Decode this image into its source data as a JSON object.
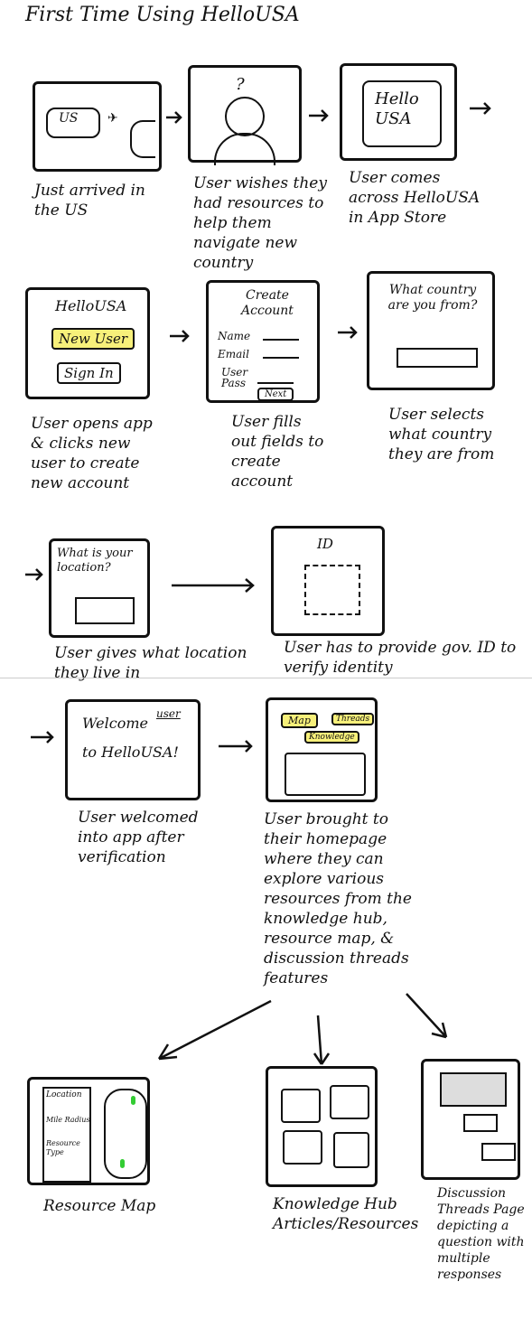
{
  "title": "First Time Using HelloUSA",
  "steps": {
    "s1": {
      "caption": "Just arrived in the US",
      "bubble": "US"
    },
    "s2": {
      "caption": "User wishes they had resources to help them navigate new country",
      "mark": "?"
    },
    "s3": {
      "caption": "User comes across HelloUSA in App Store",
      "screen": "Hello USA"
    },
    "s4": {
      "caption": "User opens app & clicks new user to create new account",
      "app": "HelloUSA",
      "new_user": "New User",
      "sign_in": "Sign In"
    },
    "s5": {
      "caption": "User fills out fields to create account",
      "heading": "Create Account",
      "name": "Name",
      "email": "Email",
      "user": "User",
      "pass": "Pass",
      "next": "Next"
    },
    "s6": {
      "caption": "User selects what country they are from",
      "question": "What country are you from?"
    },
    "s7": {
      "caption": "User gives what location they live in",
      "question": "What is your location?"
    },
    "s8": {
      "caption": "User has to provide gov. ID to verify identity",
      "label": "ID"
    },
    "s9": {
      "caption": "User welcomed into app after verification",
      "welcome": "Welcome",
      "user": "user",
      "to": "to HelloUSA!"
    },
    "s10": {
      "caption": "User brought to their homepage where they can explore various resources from the knowledge hub, resource map, & discussion threads features",
      "map": "Map",
      "threads": "Threads",
      "knowledge": "Knowledge"
    },
    "s11": {
      "caption": "Resource Map",
      "location": "Location",
      "radius": "Mile Radius",
      "resource": "Resource Type"
    },
    "s12": {
      "caption": "Knowledge Hub Articles/Resources"
    },
    "s13": {
      "caption": "Discussion Threads Page depicting a question with multiple responses"
    }
  }
}
